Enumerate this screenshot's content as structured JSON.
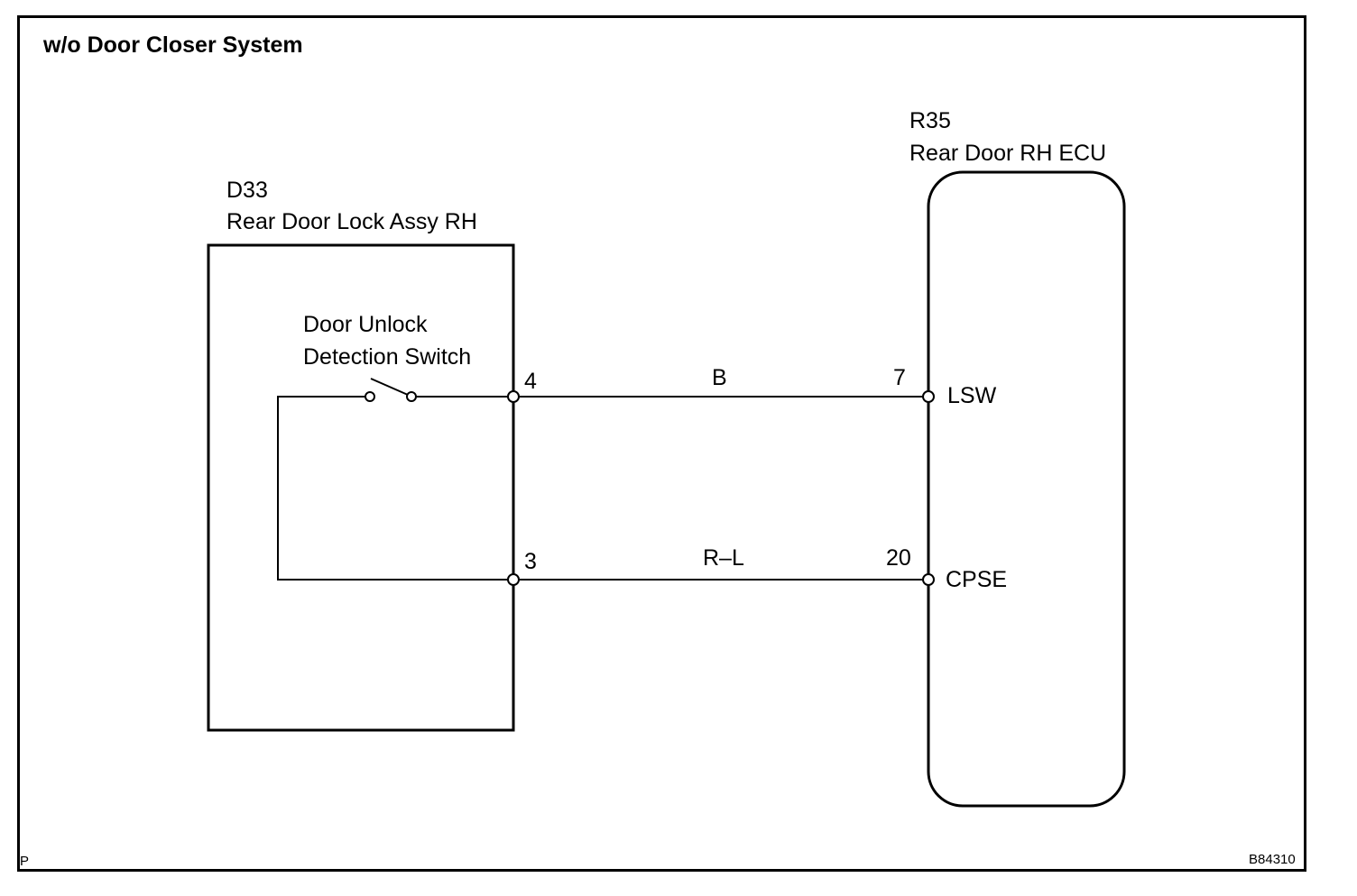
{
  "title": "w/o Door Closer System",
  "left_component": {
    "code": "D33",
    "name": "Rear Door Lock Assy RH",
    "switch_line1": "Door Unlock",
    "switch_line2": "Detection Switch"
  },
  "right_component": {
    "code": "R35",
    "name": "Rear Door RH ECU"
  },
  "wires": [
    {
      "left_pin": "4",
      "color": "B",
      "right_pin": "7",
      "signal": "LSW"
    },
    {
      "left_pin": "3",
      "color": "R–L",
      "right_pin": "20",
      "signal": "CPSE"
    }
  ],
  "footer": {
    "left_mark": "P",
    "figure_id": "B84310"
  }
}
